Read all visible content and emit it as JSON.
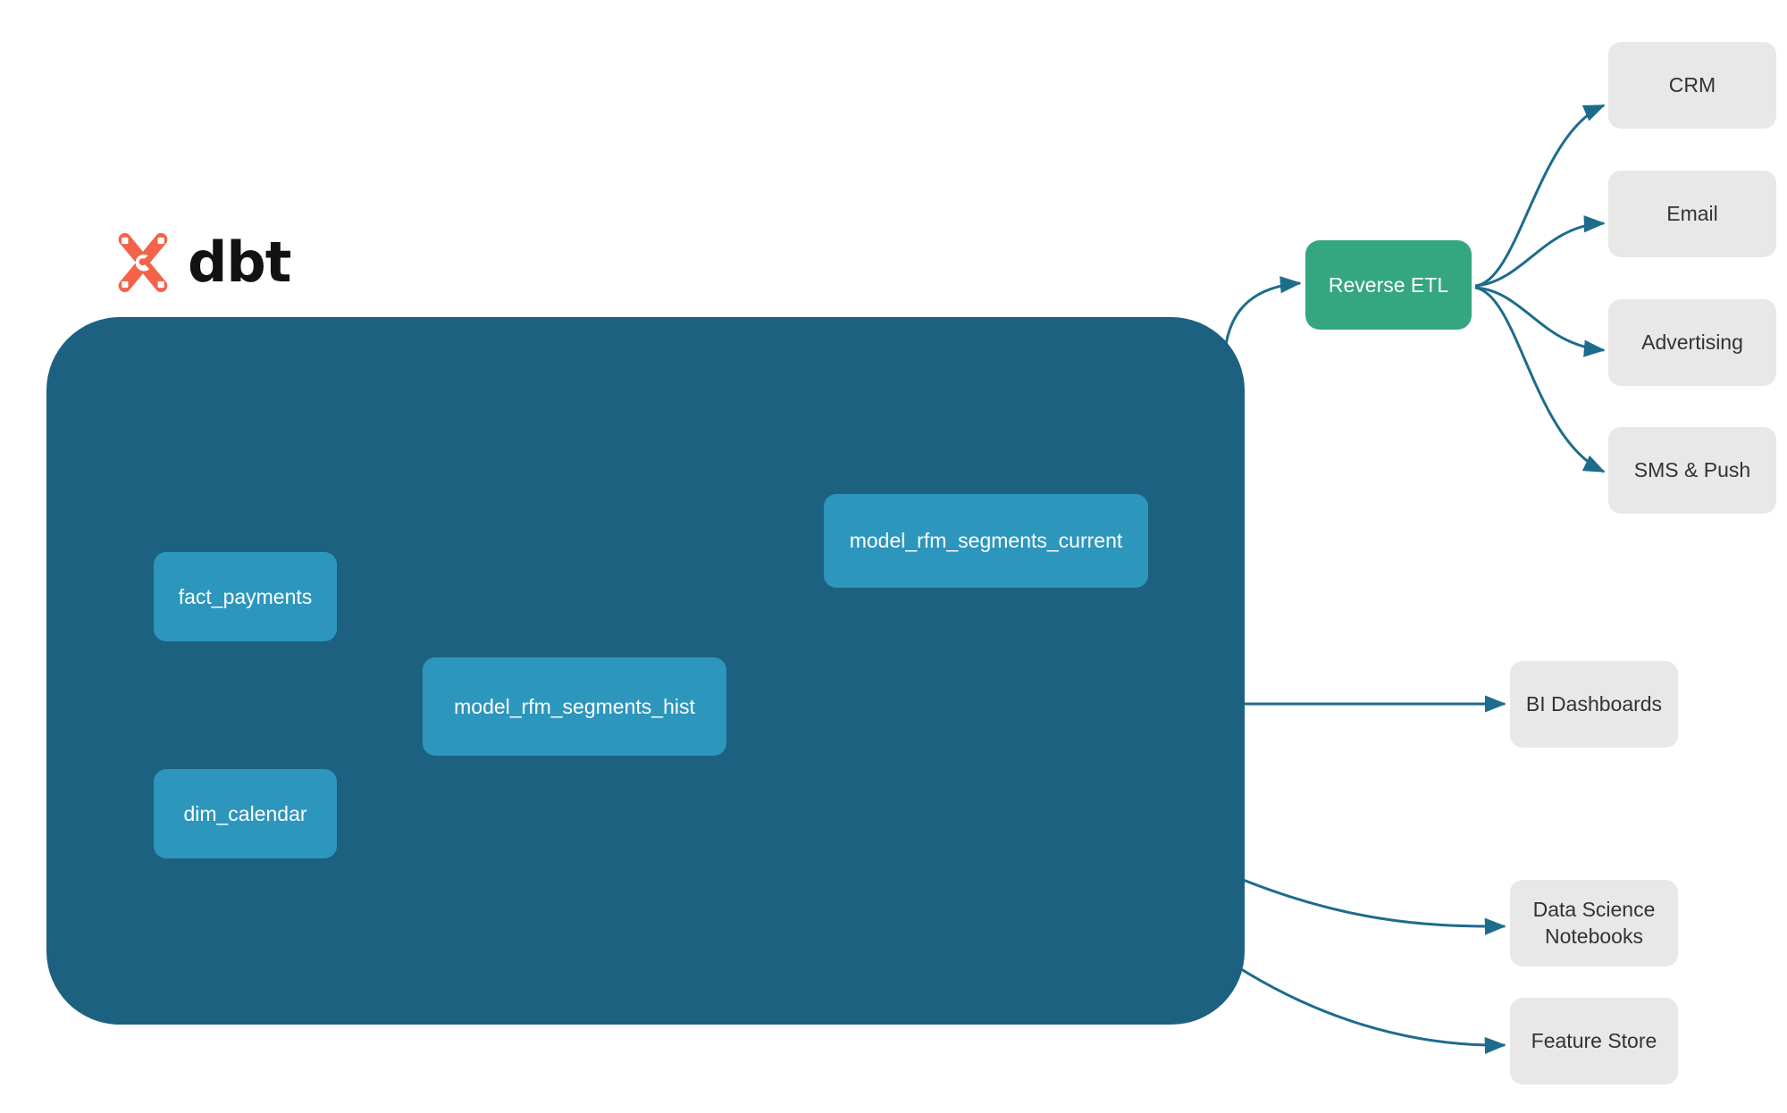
{
  "brand": {
    "logo_name": "dbt-logo",
    "wordmark": "dbt",
    "logo_color": "#f4624a"
  },
  "colors": {
    "canvas": "#ffffff",
    "project_container": "#1d6180",
    "model_node": "#2d96bd",
    "reverse_etl_node": "#34a680",
    "destination_node": "#e8e8e8",
    "internal_edge": "#3a8aa8",
    "external_edge": "#1d6c8c",
    "model_node_text": "#ffffff",
    "destination_node_text": "#333333"
  },
  "diagram": {
    "type": "data-lineage-flow",
    "project": {
      "name": "dbt-project-container",
      "models": [
        {
          "id": "fact_payments",
          "label": "fact_payments"
        },
        {
          "id": "dim_calendar",
          "label": "dim_calendar"
        },
        {
          "id": "model_rfm_segments_hist",
          "label": "model_rfm_segments_hist"
        },
        {
          "id": "model_rfm_segments_current",
          "label": "model_rfm_segments_current"
        }
      ]
    },
    "activation": {
      "id": "reverse_etl",
      "label": "Reverse ETL"
    },
    "destinations": [
      {
        "id": "crm",
        "label": "CRM"
      },
      {
        "id": "email",
        "label": "Email"
      },
      {
        "id": "advertising",
        "label": "Advertising"
      },
      {
        "id": "sms_push",
        "label": "SMS & Push"
      },
      {
        "id": "bi_dashboards",
        "label": "BI Dashboards"
      },
      {
        "id": "ds_notebooks",
        "label": "Data Science\nNotebooks"
      },
      {
        "id": "feature_store",
        "label": "Feature Store"
      }
    ],
    "edges": [
      {
        "from": "fact_payments",
        "to": "model_rfm_segments_hist",
        "style": "internal"
      },
      {
        "from": "dim_calendar",
        "to": "model_rfm_segments_hist",
        "style": "internal"
      },
      {
        "from": "model_rfm_segments_hist",
        "to": "model_rfm_segments_current",
        "style": "internal"
      },
      {
        "from": "model_rfm_segments_current",
        "to": "reverse_etl",
        "style": "external"
      },
      {
        "from": "model_rfm_segments_hist",
        "to": "bi_dashboards",
        "style": "external"
      },
      {
        "from": "model_rfm_segments_hist",
        "to": "ds_notebooks",
        "style": "external"
      },
      {
        "from": "model_rfm_segments_hist",
        "to": "feature_store",
        "style": "external"
      },
      {
        "from": "reverse_etl",
        "to": "crm",
        "style": "external"
      },
      {
        "from": "reverse_etl",
        "to": "email",
        "style": "external"
      },
      {
        "from": "reverse_etl",
        "to": "advertising",
        "style": "external"
      },
      {
        "from": "reverse_etl",
        "to": "sms_push",
        "style": "external"
      }
    ]
  }
}
